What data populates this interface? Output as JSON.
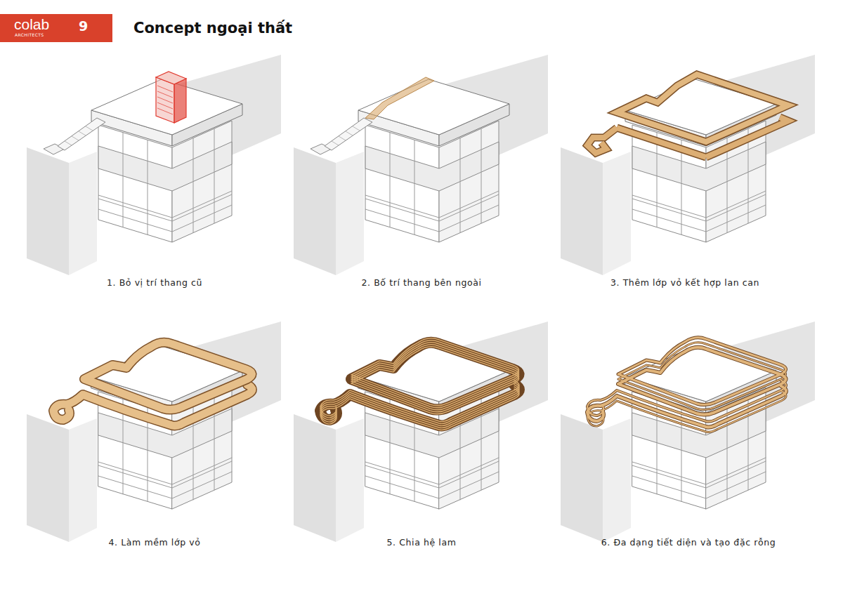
{
  "diagram": {
    "title": "Concept ngoại thất",
    "nodes": [
      {
        "text": [
          "colab",
          "ARCHITECTS",
          "9"
        ]
      }
    ],
    "labels": [
      "1. Bỏ vị trí thang cũ",
      "2. Bố trí thang bên ngoài",
      "3. Thêm lớp vỏ kết hợp lan can",
      "4. Làm mềm lớp vỏ",
      "5. Chia hệ lam",
      "6. Đa dạng tiết diện và tạo đặc rỗng"
    ]
  }
}
